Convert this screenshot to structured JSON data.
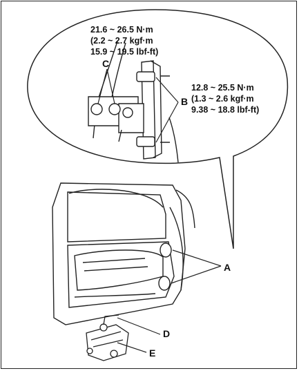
{
  "torque_c": {
    "line1": "21.6 ~ 26.5 N·m",
    "line2": "(2.2 ~ 2.7 kgf·m",
    "line3": "15.9 ~ 19.5 lbf-ft)"
  },
  "torque_b": {
    "line1": "12.8 ~ 25.5 N·m",
    "line2": "(1.3 ~ 2.6 kgf·m",
    "line3": "9.38 ~ 18.8 lbf-ft)"
  },
  "labels": {
    "a": "A",
    "b": "B",
    "c": "C",
    "d": "D",
    "e": "E"
  }
}
